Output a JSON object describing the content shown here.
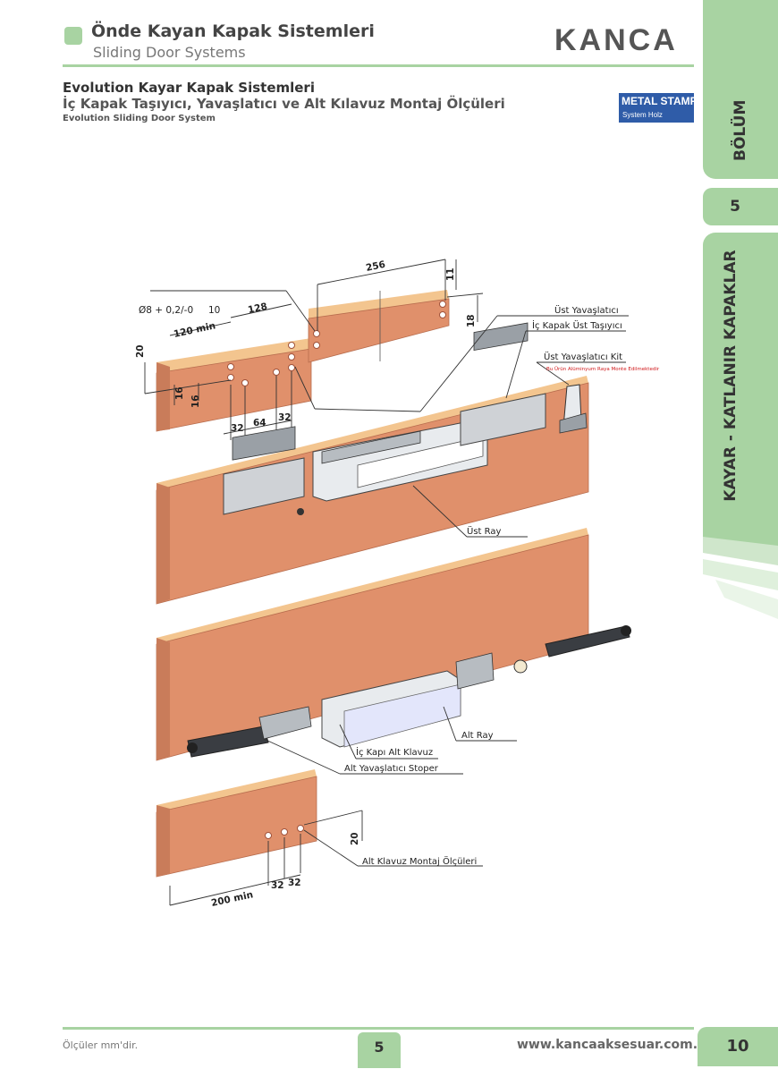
{
  "header": {
    "title_tr": "Önde Kayan Kapak Sistemleri",
    "title_en": "Sliding Door Systems",
    "logo": "KANCA"
  },
  "heading": {
    "line1": "Evolution Kayar Kapak Sistemleri",
    "line2": "İç Kapak Taşıyıcı, Yavaşlatıcı ve Alt Kılavuz Montaj Ölçüleri",
    "line3": "Evolution Sliding Door System"
  },
  "brand_badge": {
    "name": "METAL STAMPI",
    "sub": "System Holz",
    "color": "#2f5ca8"
  },
  "side_tabs": {
    "section_label": "BÖLÜM",
    "section_number": "5",
    "category": "KAYAR - KATLANIR KAPAKLAR"
  },
  "diagram": {
    "dims": {
      "hole": "Ø8 + 0,2/-0",
      "depth": "10",
      "d128": "128",
      "d120min": "120 min",
      "d20": "20",
      "d16a": "16",
      "d16b": "16",
      "d32a": "32",
      "d64": "64",
      "d32b": "32",
      "d256": "256",
      "d11": "11",
      "d18": "18",
      "d20b": "20",
      "d200min": "200 min",
      "d32c": "32",
      "d32d": "32"
    },
    "labels": {
      "ust_yavaslatici": "Üst Yavaşlatıcı",
      "ic_kapak_ust_tasiyici": "İç Kapak Üst Taşıyıcı",
      "ust_yavaslatici_kit": "Üst Yavaşlatıcı Kit",
      "kit_note": "Bu Ürün Alüminyum Raya Monte Edilmektedir",
      "ust_ray": "Üst Ray",
      "alt_ray": "Alt Ray",
      "ic_kapi_alt_klavuz": "İç Kapı Alt Klavuz",
      "alt_yavaslatici_stoper": "Alt Yavaşlatıcı Stoper",
      "alt_klavuz_montaj": "Alt Klavuz Montaj Ölçüleri"
    },
    "colors": {
      "panel_face": "#e0906b",
      "panel_top": "#f3c58f",
      "panel_side": "#c97c5a",
      "note_red": "#d0191b"
    }
  },
  "footer": {
    "note": "Ölçüler mm'dir.",
    "page_left": "5",
    "website": "www.kancaaksesuar.com.tr",
    "page_right": "10"
  }
}
